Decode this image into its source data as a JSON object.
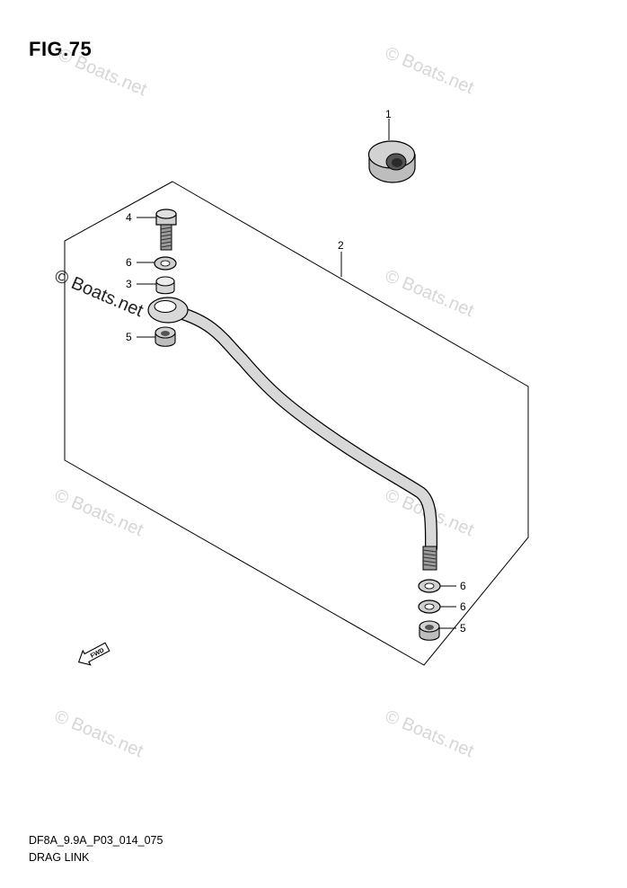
{
  "figure_title": "FIG.75",
  "footer": {
    "code": "DF8A_9.9A_P03_014_075",
    "name": "DRAG LINK"
  },
  "watermark": "© Boats.net",
  "fwd_label": "FWD",
  "callouts": {
    "c1": "1",
    "c2": "2",
    "c3": "3",
    "c4": "4",
    "c5a": "5",
    "c5b": "5",
    "c6a": "6",
    "c6b": "6",
    "c6c": "6"
  }
}
